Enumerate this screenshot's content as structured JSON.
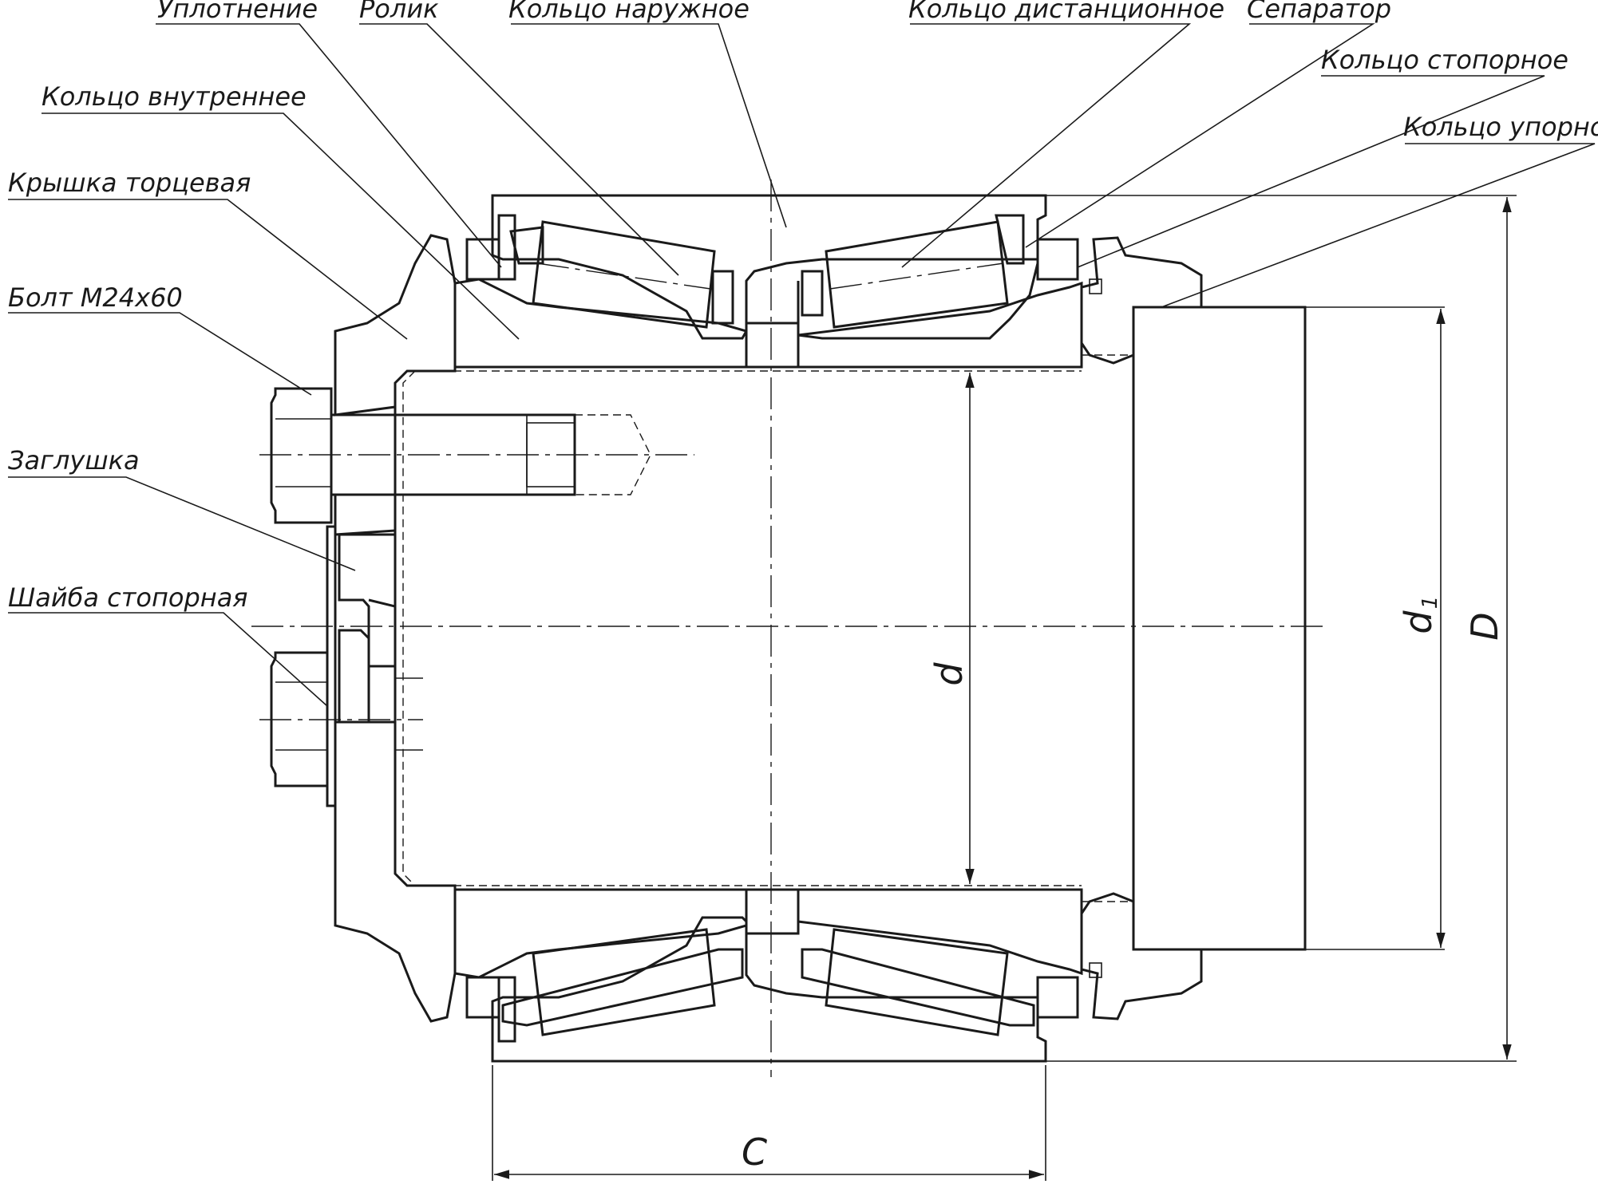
{
  "drawing": {
    "labels": [
      {
        "id": "seal",
        "text": "Уплотнение"
      },
      {
        "id": "roller",
        "text": "Ролик"
      },
      {
        "id": "outer-ring",
        "text": "Кольцо наружное"
      },
      {
        "id": "spacer-ring",
        "text": "Кольцо дистанционное"
      },
      {
        "id": "cage",
        "text": "Сепаратор"
      },
      {
        "id": "retaining-ring",
        "text": "Кольцо стопорное"
      },
      {
        "id": "thrust-ring",
        "text": "Кольцо упорное"
      },
      {
        "id": "inner-ring",
        "text": "Кольцо внутреннее"
      },
      {
        "id": "end-cap",
        "text": "Крышка торцевая"
      },
      {
        "id": "bolt",
        "text": "Болт М24х60"
      },
      {
        "id": "plug",
        "text": "Заглушка"
      },
      {
        "id": "lock-washer",
        "text": "Шайба стопорная"
      }
    ],
    "dimensions": {
      "bore": "d",
      "shaft": "d",
      "shaft_sub": "1",
      "outer": "D",
      "width": "C"
    },
    "colors": {
      "line": "#1a1a1a",
      "hatch_steel": "#5a5a5a",
      "hatch_polymer": "#8b2a2a",
      "label_underline": "#9a9a9a"
    }
  }
}
